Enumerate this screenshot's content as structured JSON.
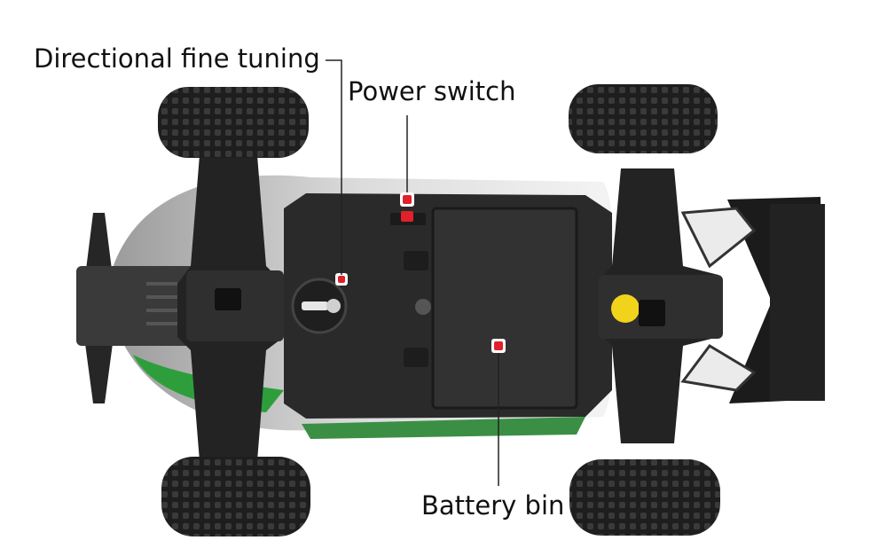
{
  "labels": {
    "directional_fine_tuning": "Directional fine tuning",
    "power_switch": "Power switch",
    "battery_bin": "Battery bin"
  },
  "colors": {
    "chassis": "#2a2a2a",
    "tire": "#1c1c1c",
    "marker": "#e0202a",
    "body_green": "#2e9e3c",
    "warning_sticker": "#f2d31b"
  }
}
